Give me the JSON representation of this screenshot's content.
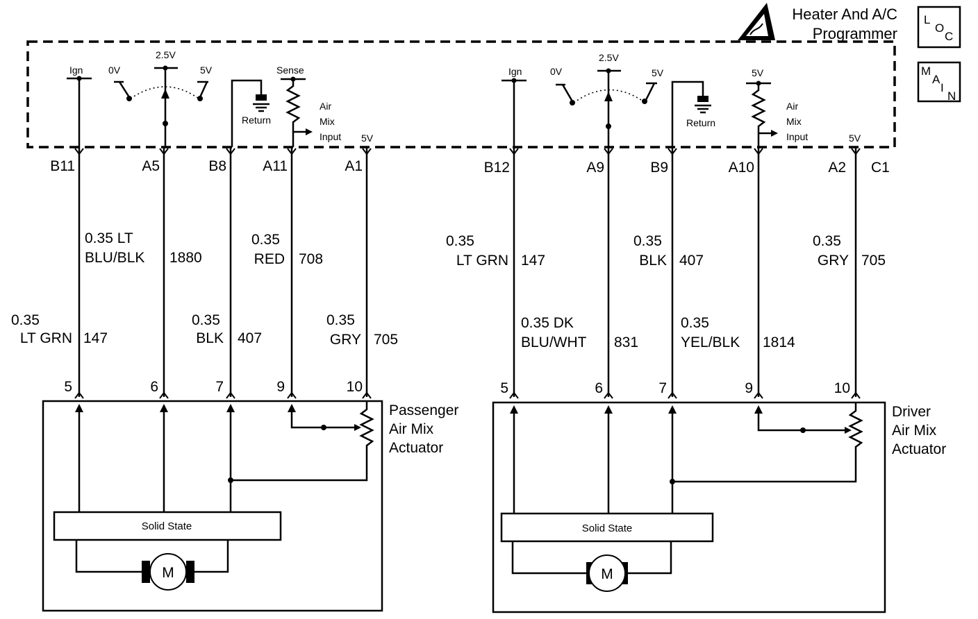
{
  "title": {
    "line1": "Heater And A/C",
    "line2": "Programmer"
  },
  "badges": {
    "loc": [
      "L",
      "O",
      "C"
    ],
    "main": [
      "M",
      "A",
      "I",
      "N"
    ]
  },
  "programmer": {
    "left": {
      "ign": "Ign",
      "v0": "0V",
      "v25": "2.5V",
      "v5": "5V",
      "sense": "Sense",
      "return": "Return",
      "air_mix_input": [
        "Air",
        "Mix",
        "Input"
      ],
      "ref_5v": "5V"
    },
    "right": {
      "ign": "Ign",
      "v0": "0V",
      "v25": "2.5V",
      "v5": "5V",
      "sense_5v": "5V",
      "return": "Return",
      "air_mix_input": [
        "Air",
        "Mix",
        "Input"
      ],
      "ref_5v": "5V"
    }
  },
  "connector_pins": {
    "left": [
      "B11",
      "A5",
      "B8",
      "A11",
      "A1"
    ],
    "right": [
      "B12",
      "A9",
      "B9",
      "A10",
      "A2",
      "C1"
    ]
  },
  "wires": {
    "left": [
      {
        "gauge": "0.35",
        "color": "LT GRN",
        "circuit": "147"
      },
      {
        "gauge": "0.35 LT",
        "color": "BLU/BLK",
        "circuit": "1880"
      },
      {
        "gauge": "0.35",
        "color": "BLK",
        "circuit": "407"
      },
      {
        "gauge": "0.35",
        "color": "RED",
        "circuit": "708"
      },
      {
        "gauge": "0.35",
        "color": "GRY",
        "circuit": "705"
      }
    ],
    "right": [
      {
        "gauge": "0.35",
        "color": "LT GRN",
        "circuit": "147"
      },
      {
        "gauge": "0.35 DK",
        "color": "BLU/WHT",
        "circuit": "831"
      },
      {
        "gauge": "0.35",
        "color": "BLK",
        "circuit": "407"
      },
      {
        "gauge": "0.35",
        "color": "YEL/BLK",
        "circuit": "1814"
      },
      {
        "gauge": "0.35",
        "color": "GRY",
        "circuit": "705"
      }
    ]
  },
  "actuator_pins": {
    "left": [
      "5",
      "6",
      "7",
      "9",
      "10"
    ],
    "right": [
      "5",
      "6",
      "7",
      "9",
      "10"
    ]
  },
  "actuators": {
    "left": {
      "name": [
        "Passenger",
        "Air Mix",
        "Actuator"
      ],
      "solid_state": "Solid State",
      "motor": "M"
    },
    "right": {
      "name": [
        "Driver",
        "Air Mix",
        "Actuator"
      ],
      "solid_state": "Solid State",
      "motor": "M"
    }
  }
}
